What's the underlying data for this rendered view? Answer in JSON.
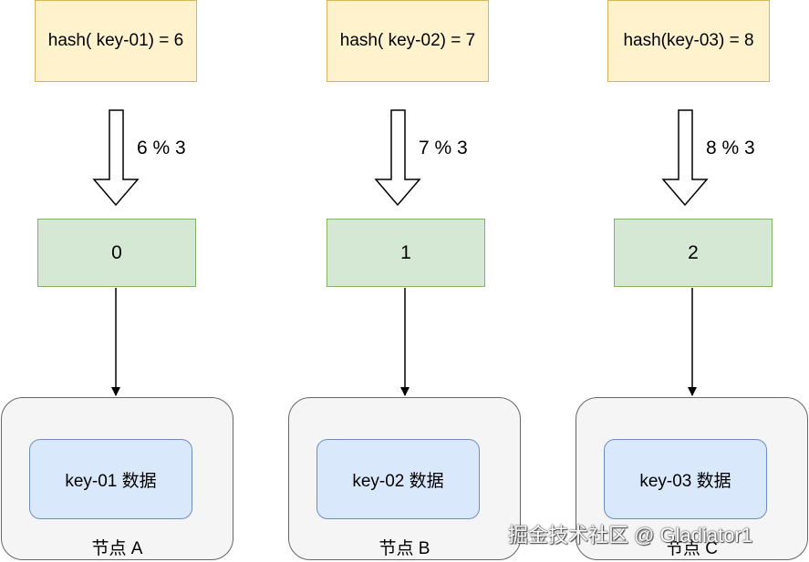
{
  "columns": [
    {
      "hash": "hash( key-01) = 6",
      "mod": "6 % 3",
      "bucket": "0",
      "data": "key-01 数据",
      "node": "节点 A"
    },
    {
      "hash": "hash( key-02) = 7",
      "mod": "7 % 3",
      "bucket": "1",
      "data": "key-02 数据",
      "node": "节点 B"
    },
    {
      "hash": "hash(key-03) = 8",
      "mod": "8 % 3",
      "bucket": "2",
      "data": "key-03 数据",
      "node": "节点 C"
    }
  ],
  "watermark": "掘金技术社区 @ Gladiator1",
  "colors": {
    "hash_fill": "#fff2cc",
    "hash_stroke": "#d6b656",
    "bucket_fill": "#d5e8d4",
    "bucket_stroke": "#82b366",
    "node_fill": "#f5f5f5",
    "node_stroke": "#666666",
    "data_fill": "#dae8fc",
    "data_stroke": "#6c8ebf"
  }
}
